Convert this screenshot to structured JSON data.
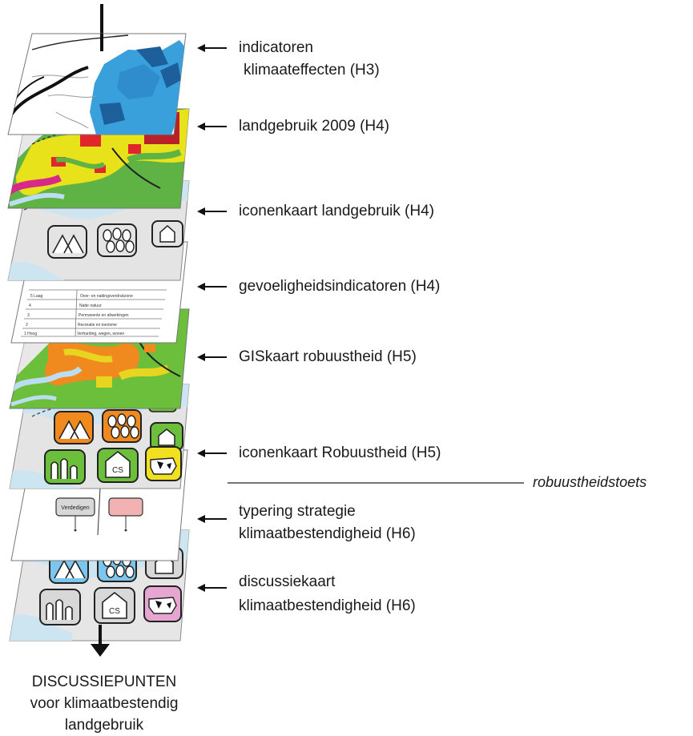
{
  "layers": [
    {
      "id": "indicatoren",
      "line1": "indicatoren",
      "line2": "klimaateffecten (H3)"
    },
    {
      "id": "landgebruik-2009",
      "line1": "landgebruik 2009  (H4)"
    },
    {
      "id": "iconenkaart-landgebruik",
      "line1": "iconenkaart landgebruik (H4)"
    },
    {
      "id": "gevoeligheidsindicatoren",
      "line1": "gevoeligheidsindicatoren (H4)"
    },
    {
      "id": "giskaart-robuustheid",
      "line1": "GISkaart robuustheid (H5)"
    },
    {
      "id": "iconenkaart-robuustheid",
      "line1": "iconenkaart Robuustheid (H5)"
    },
    {
      "id": "typering-strategie",
      "line1": "typering strategie",
      "line2": "klimaatbestendigheid (H6)"
    },
    {
      "id": "discussiekaart",
      "line1": "discussiekaart",
      "line2": "klimaatbestendigheid (H6)"
    }
  ],
  "separator_label": "robuustheidstoets",
  "output": {
    "line1": "DISCUSSIEPUNTEN",
    "line2": "voor klimaatbestendig",
    "line3": "landgebruik"
  },
  "table_rows": [
    {
      "level": "5 Laag",
      "text": "Over- en nattingsverdrukzone"
    },
    {
      "level": "4",
      "text": "Natte natuur"
    },
    {
      "level": "3",
      "text": "Permanente en afwerkingen"
    },
    {
      "level": "2",
      "text": "Recreatie en toerisme"
    },
    {
      "level": "1 Hoog",
      "text": "Verharding, wegen, wonen"
    }
  ],
  "strategy_boxes": [
    "Verdedigen",
    ""
  ],
  "icon_badge_text": "CS",
  "colors": {
    "arrow": "#111111",
    "climate_blue": "#3aa0dc",
    "climate_dark": "#1c5f9a",
    "landuse_yellow": "#e8e21a",
    "landuse_red": "#e0262b",
    "landuse_green": "#5fb244",
    "landuse_magenta": "#d8288a",
    "robust_orange": "#f08a1e",
    "robust_green": "#6cbf3a",
    "robust_yellow": "#f0e020",
    "water": "#bcdcef",
    "map_grey": "#e3e3e3",
    "pink": "#f3b2b2",
    "discuss_blue": "#7cc6ee",
    "discuss_pink": "#e7a6d2"
  }
}
